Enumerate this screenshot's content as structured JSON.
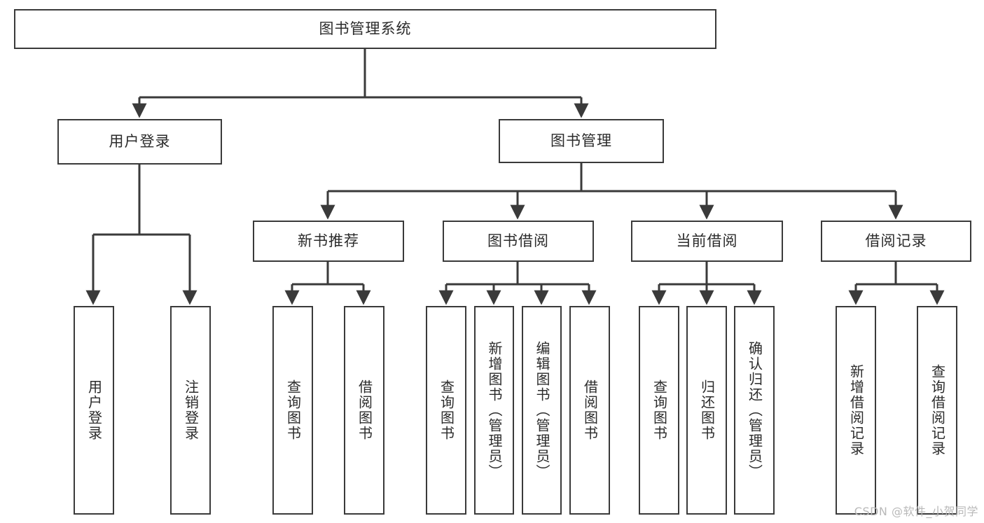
{
  "diagram": {
    "title": "图书管理系统",
    "watermark": "CSDN @软件_小贺同学",
    "stroke_color": "#3a3a3a",
    "text_color": "#2b2b2b",
    "background": "#ffffff",
    "nodes": {
      "root": "图书管理系统",
      "level2": {
        "user_login": "用户登录",
        "book_manage": "图书管理"
      },
      "level3": {
        "new_book_rec": "新书推荐",
        "book_borrow": "图书借阅",
        "current_borrow": "当前借阅",
        "borrow_record": "借阅记录"
      },
      "leaves": {
        "user_login_1": "用户登录",
        "user_login_2": "注销登录",
        "new_book_1": "查询图书",
        "new_book_2": "借阅图书",
        "borrow_1": "查询图书",
        "borrow_2": "新增图书（管理员）",
        "borrow_3": "编辑图书（管理员）",
        "borrow_4": "借阅图书",
        "current_1": "查询图书",
        "current_2": "归还图书",
        "current_3": "确认归还（管理员）",
        "record_1": "新增借阅记录",
        "record_2": "查询借阅记录"
      }
    }
  }
}
